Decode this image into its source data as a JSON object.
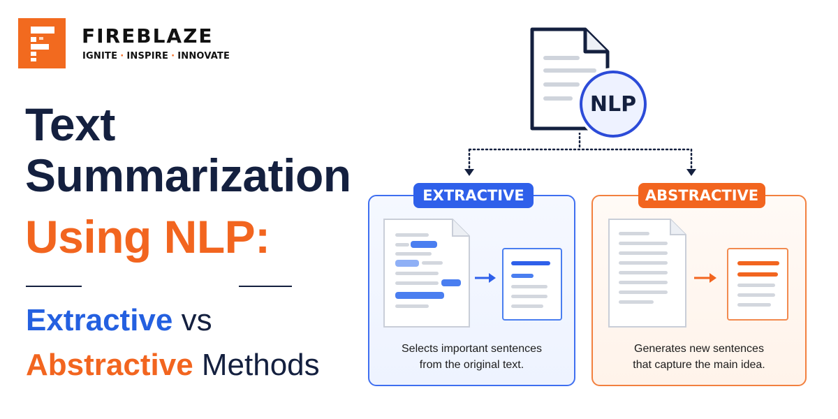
{
  "brand": {
    "name": "FIREBLAZE",
    "tagline": [
      "IGNITE",
      "INSPIRE",
      "INNOVATE"
    ],
    "separator": "·",
    "logo_icon": "stacked-f-logo",
    "color": "#f26a1f"
  },
  "title": {
    "line1": "Text",
    "line2": "Summarization",
    "line3": "Using NLP:",
    "sub_line1_word": "Extractive",
    "sub_line1_rest": " vs",
    "sub_line2_word": "Abstractive",
    "sub_line2_rest": " Methods"
  },
  "diagram": {
    "root_label": "NLP",
    "root_icon": "document-icon",
    "branches": [
      {
        "label": "EXTRACTIVE",
        "caption": [
          "Selects important sentences",
          "from the original text."
        ],
        "color": "#2f60ea",
        "icon": "highlighted-document-to-summary-icon"
      },
      {
        "label": "ABSTRACTIVE",
        "caption": [
          "Generates new sentences",
          "that capture the main idea."
        ],
        "color": "#f2651f",
        "icon": "document-to-new-summary-icon"
      }
    ]
  }
}
